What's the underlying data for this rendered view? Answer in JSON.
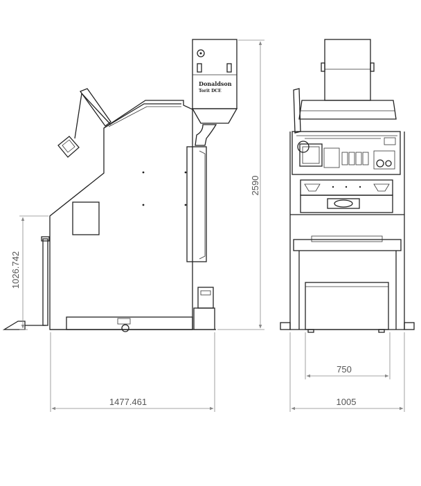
{
  "drawing": {
    "brand_text": "Donaldson",
    "brand_sub": "Torit DCE",
    "dimensions": {
      "height_total": "2590",
      "height_table": "1026.742",
      "depth_total": "1477.461",
      "width_cabinet": "750",
      "width_total": "1005"
    }
  }
}
